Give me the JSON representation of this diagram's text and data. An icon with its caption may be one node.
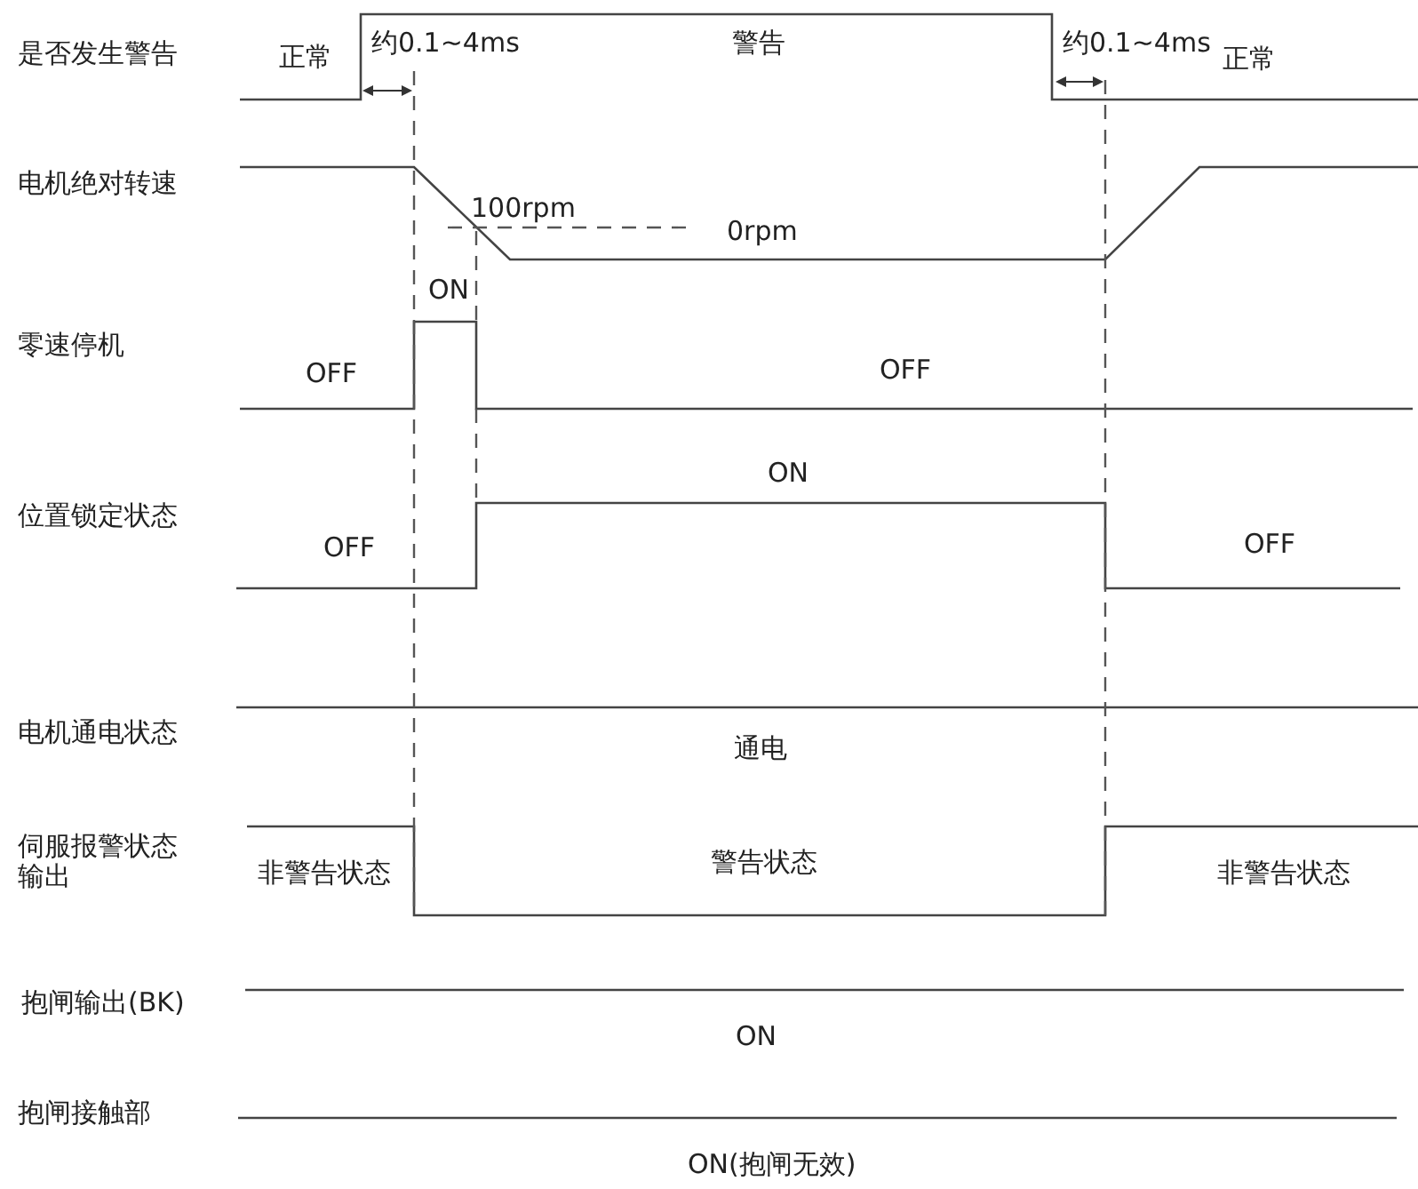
{
  "diagram": {
    "labels": [
      "是否发生警告",
      "正常",
      "约0.1~4ms",
      "警告",
      "约0.1~4ms",
      "正常",
      "电机绝对转速",
      "100rpm",
      "0rpm",
      "ON",
      "零速停机",
      "OFF",
      "OFF",
      "ON",
      "位置锁定状态",
      "OFF",
      "OFF",
      "电机通电状态",
      "通电",
      "伺服报警状态输出",
      "非警告状态",
      "警告状态",
      "非警告状态",
      "抱闸输出(BK)",
      "ON",
      "抱闸接触部",
      "ON(抱闸无效)"
    ]
  }
}
